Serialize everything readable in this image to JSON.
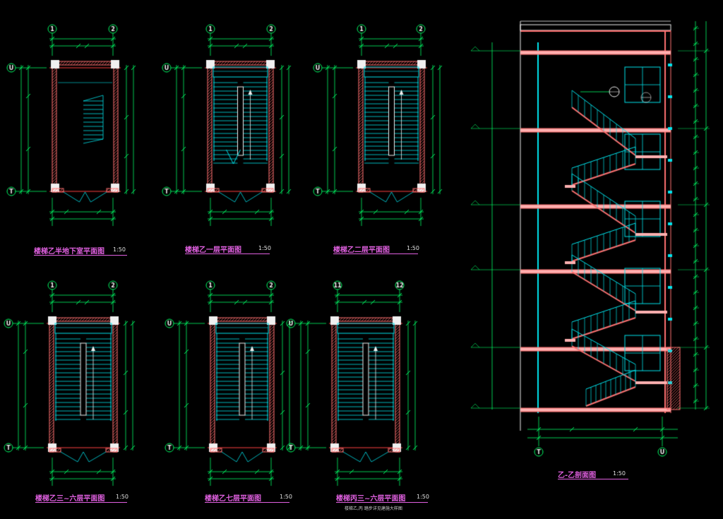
{
  "colors": {
    "background": "#000000",
    "wall": "#ff7070",
    "stair": "#00e5ee",
    "dimension": "#00ff66",
    "grid_bubble": "#00ff66",
    "title": "#e060e0",
    "white": "#f0f0f0"
  },
  "plans": [
    {
      "title": "楼梯乙半地下室平面图",
      "scale": "1:50",
      "grid_left": "1",
      "grid_right": "2",
      "grid_top": "U",
      "grid_bottom": "T",
      "stair_type": "basement"
    },
    {
      "title": "楼梯乙一层平面图",
      "scale": "1:50",
      "grid_left": "1",
      "grid_right": "2",
      "grid_top": "U",
      "grid_bottom": "T",
      "stair_type": "first"
    },
    {
      "title": "楼梯乙二层平面图",
      "scale": "1:50",
      "grid_left": "1",
      "grid_right": "2",
      "grid_top": "U",
      "grid_bottom": "T",
      "stair_type": "typical"
    },
    {
      "title": "楼梯乙三~六层平面图",
      "scale": "1:50",
      "grid_left": "1",
      "grid_right": "2",
      "grid_top": "U",
      "grid_bottom": "T",
      "stair_type": "typical"
    },
    {
      "title": "楼梯乙七层平面图",
      "scale": "1:50",
      "grid_left": "1",
      "grid_right": "2",
      "grid_top": "U",
      "grid_bottom": "T",
      "stair_type": "typical"
    },
    {
      "title": "楼梯丙三~六层平面图",
      "scale": "1:50",
      "grid_left": "11",
      "grid_right": "12",
      "grid_top": "U",
      "grid_bottom": "T",
      "stair_type": "typical"
    }
  ],
  "section": {
    "title": "乙-乙剖面图",
    "scale": "1:50",
    "grid_left": "T",
    "grid_right": "U"
  },
  "footnote": "楼梯乙,丙 踏步详见建施大样图"
}
